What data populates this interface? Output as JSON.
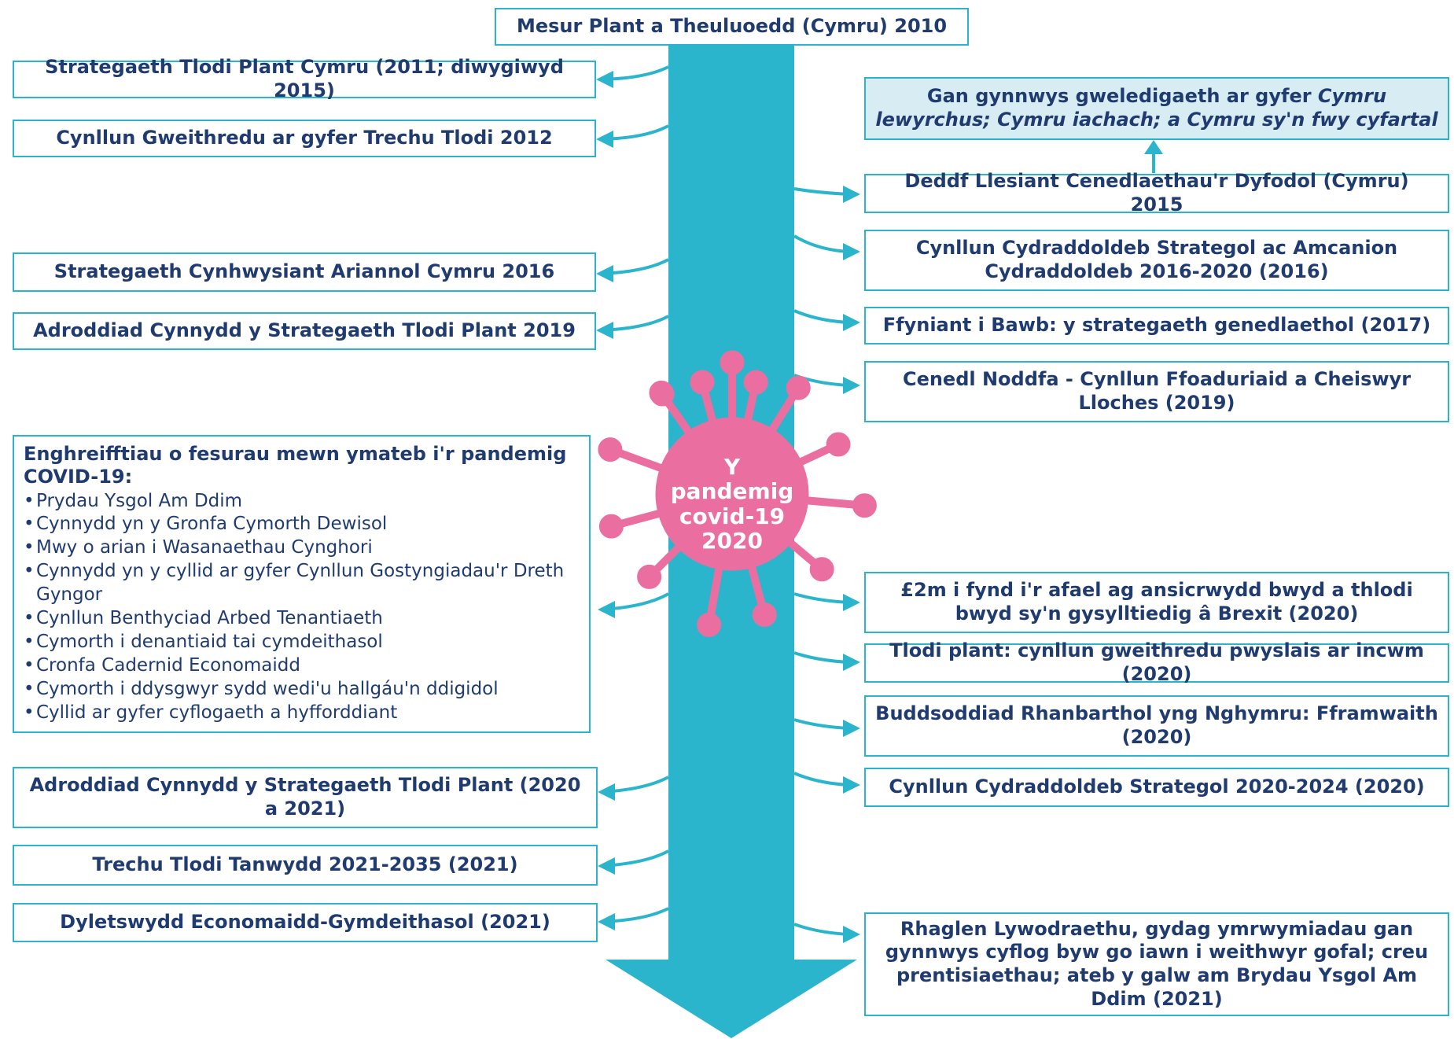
{
  "colors": {
    "arrow": "#2bb5cc",
    "box_border": "#2bb5cc",
    "note_fill": "#d7edf3",
    "text": "#1f3b70",
    "virus": "#ea6fa0"
  },
  "top": {
    "title": "Mesur Plant a Theuluoedd (Cymru) 2010"
  },
  "left": {
    "strategy_2011": "Strategaeth Tlodi Plant Cymru (2011; diwygiwyd 2015)",
    "action_plan_2012": "Cynllun Gweithredu ar gyfer Trechu Tlodi 2012",
    "financial_inclusion_2016": "Strategaeth Cynhwysiant Ariannol Cymru 2016",
    "progress_report_2019": "Adroddiad Cynnydd y Strategaeth Tlodi Plant 2019",
    "covid_measures": {
      "title": "Enghreifftiau o fesurau mewn ymateb i'r pandemig COVID-19:",
      "items": [
        "Prydau Ysgol Am Ddim",
        "Cynnydd yn y Gronfa Cymorth Dewisol",
        "Mwy o arian i Wasanaethau Cynghori",
        "Cynnydd yn y cyllid ar gyfer Cynllun Gostyngiadau'r Dreth Gyngor",
        "Cynllun Benthyciad Arbed Tenantiaeth",
        "Cymorth i denantiaid tai cymdeithasol",
        "Cronfa Cadernid Economaidd",
        "Cymorth i ddysgwyr sydd wedi'u hallgáu'n ddigidol",
        "Cyllid ar gyfer cyflogaeth a hyfforddiant"
      ]
    },
    "progress_report_2020_2021": "Adroddiad Cynnydd y Strategaeth Tlodi Plant (2020 a 2021)",
    "fuel_poverty": "Trechu Tlodi Tanwydd 2021-2035 (2021)",
    "socio_economic_duty": "Dyletswydd Economaidd-Gymdeithasol (2021)"
  },
  "right": {
    "wellbeing_goals": {
      "prefix": "Gan gynnwys gweledigaeth ar gyfer ",
      "italic": "Cymru lewyrchus; Cymru iachach; a Cymru sy'n fwy cyfartal"
    },
    "future_generations_act": "Deddf Llesiant Cenedlaethau'r Dyfodol (Cymru) 2015",
    "equality_plan_2016": "Cynllun Cydraddoldeb Strategol ac Amcanion Cydraddoldeb 2016-2020 (2016)",
    "prosperity_for_all": "Ffyniant i Bawb: y strategaeth genedlaethol (2017)",
    "nation_of_sanctuary": "Cenedl Noddfa - Cynllun Ffoaduriaid a Cheiswyr Lloches (2019)",
    "food_poverty": "£2m i fynd i'r afael ag ansicrwydd bwyd a thlodi bwyd sy'n gysylltiedig â Brexit (2020)",
    "child_poverty_income": "Tlodi plant: cynllun gweithredu pwyslais ar incwm (2020)",
    "regional_investment": "Buddsoddiad Rhanbarthol yng Nghymru: Fframwaith (2020)",
    "equality_plan_2020": "Cynllun Cydraddoldeb Strategol 2020-2024 (2020)",
    "programme_for_government": "Rhaglen Lywodraethu, gydag ymrwymiadau gan gynnwys cyflog byw go iawn i weithwyr gofal; creu prentisiaethau; ateb y galw am Brydau Ysgol Am Ddim (2021)"
  },
  "pandemic": {
    "label_line1": "Y pandemig",
    "label_line2": "covid-19",
    "label_line3": "2020"
  }
}
